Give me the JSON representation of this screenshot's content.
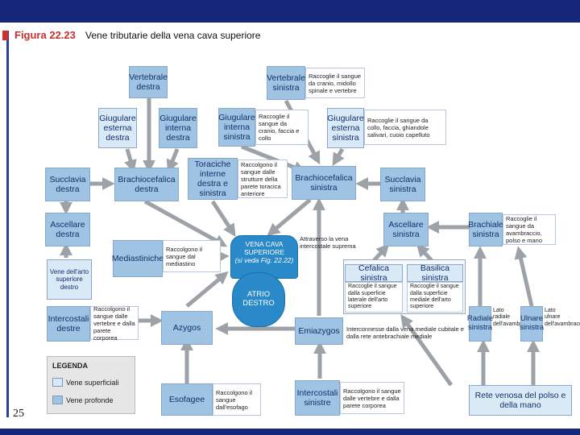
{
  "header": {
    "figure_label": "Figura 22.23",
    "caption": "Vene tributarie della vena cava superiore"
  },
  "page_number": "25",
  "colors": {
    "superficial": "#d9eaf6",
    "deep": "#9fc3e2",
    "heart": "#2a89c8",
    "arrow": "#9da2a8",
    "banner": "#16267a"
  },
  "nodes": {
    "vertebrale_destra": "Vertebrale destra",
    "vertebrale_sinistra": "Vertebrale sinistra",
    "giugulare_esterna_destra": "Giugulare esterna destra",
    "giugulare_interna_destra": "Giugulare interna destra",
    "giugulare_interna_sinistra": "Giugulare interna sinistra",
    "giugulare_esterna_sinistra": "Giugulare esterna sinistra",
    "succlavia_destra": "Succlavia destra",
    "brachiocefalica_destra": "Brachiocefalica destra",
    "toraciche_interne": "Toraciche interne destra e sinistra",
    "brachiocefalica_sinistra": "Brachiocefalica sinistra",
    "succlavia_sinistra": "Succlavia sinistra",
    "ascellare_destra": "Ascellare destra",
    "ascellare_sinistra": "Ascellare sinistra",
    "brachiale_sinistra": "Brachiale sinistra",
    "mediastiniche": "Mediastiniche",
    "arto_superiore_destro": "Vene dell'arto superiore destro",
    "cefalica_sinistra": "Cefalica sinistra",
    "basilica_sinistra": "Basilica sinistra",
    "intercostali_destre": "Intercostali destre",
    "azygos": "Azygos",
    "emiazygos": "Emiazygos",
    "radiale_sinistra": "Radiale sinistra",
    "ulnare_sinistra": "Ulnare sinistra",
    "esofagee": "Esofagee",
    "intercostali_sinistre": "Intercostali sinistre",
    "rete_venosa": "Rete venosa del polso e della mano",
    "vena_cava_superiore": "VENA CAVA SUPERIORE",
    "vcs_reference": "(si veda Fig. 22.22)",
    "atrio_destro": "ATRIO DESTRO"
  },
  "notes": {
    "vertebrale_sinistra": "Raccoglie il sangue da cranio, midollo spinale e vertebre",
    "giugulare_interna_sinistra": "Raccoglie il sangue da cranio, faccia e collo",
    "giugulare_esterna_sinistra": "Raccoglie il sangue da collo, faccia, ghiandole salivari, cuoio capelluto",
    "toraciche_interne": "Raccolgono il sangue dalle strutture della parete toracica anteriore",
    "brachiale_sinistra": "Raccoglie il sangue da avambraccio, polso e mano",
    "mediastiniche": "Raccolgono il sangue dal mediastino",
    "cefalica_sinistra": "Raccoglie il sangue dalla superficie laterale dell'arto superiore",
    "basilica_sinistra": "Raccoglie il sangue dalla superficie mediale dell'arto superiore",
    "intercostali_destre": "Raccolgono il sangue dalle vertebre e dalla parete corporea",
    "radiale_sinistra": "Lato radiale dell'avambraccio",
    "ulnare_sinistra": "Lato ulnare dell'avambraccio",
    "esofagee": "Raccolgono il sangue dall'esofago",
    "intercostali_sinistre": "Raccolgono il sangue dalle vertebre e dalla parete corporea",
    "vena_intercostale_suprema": "Attraverso la vena intercostale suprema",
    "interconnesse": "Interconnesse dalla vena mediale cubitale e dalla rete antebrachiale mediale"
  },
  "legend": {
    "title": "LEGENDA",
    "superficial": "Vene superficiali",
    "deep": "Vene profonde"
  }
}
